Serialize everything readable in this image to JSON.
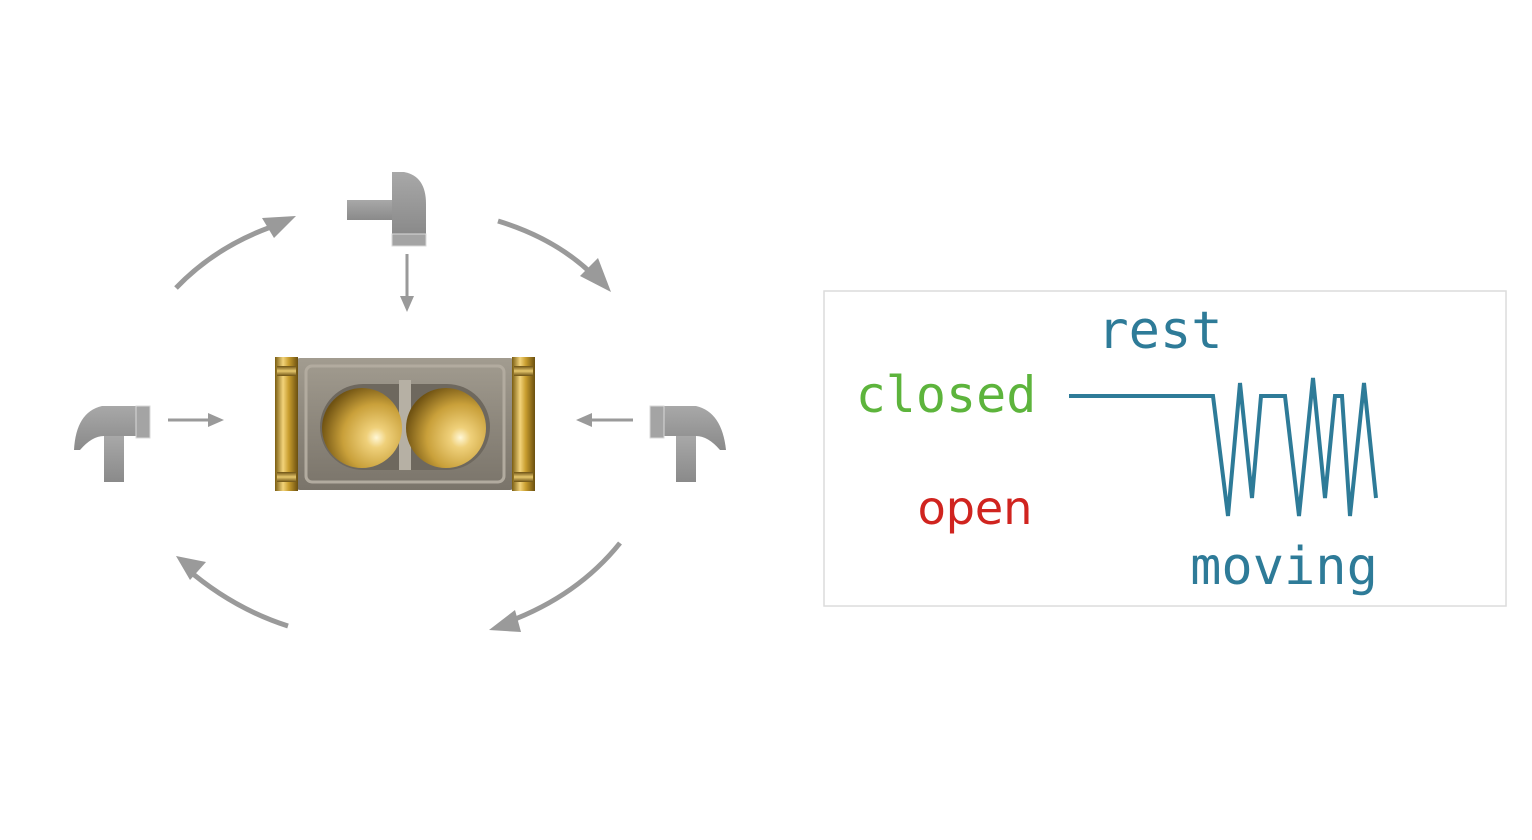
{
  "signal_panel": {
    "labels": {
      "closed": "closed",
      "open": "open",
      "rest": "rest",
      "moving": "moving"
    }
  },
  "colors": {
    "closed": "#5db43c",
    "open": "#d0241f",
    "signal": "#2e7b98",
    "arrow": "#9a9a9a",
    "hammer": "#9b9b9b",
    "brass": "#c8a43a",
    "housing": "#8e887d"
  },
  "icons": {
    "hammer": "hammer-icon",
    "sensor": "ball-tilt-sensor-icon",
    "arrow": "arrow-icon"
  }
}
